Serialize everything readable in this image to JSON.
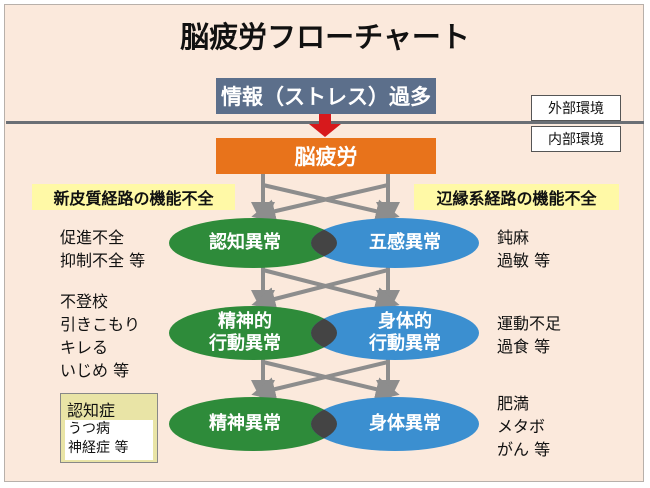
{
  "title": "脳疲労フローチャート",
  "top_box": "情報（ストレス）過多",
  "env": {
    "external": "外部環境",
    "internal": "内部環境"
  },
  "fatigue_box": "脳疲労",
  "pathways": {
    "left": "新皮質経路の機能不全",
    "right": "辺縁系経路の機能不全"
  },
  "ellipses": {
    "left": [
      "認知異常",
      "精神的\n行動異常",
      "精神異常"
    ],
    "right": [
      "五感異常",
      "身体的\n行動異常",
      "身体異常"
    ]
  },
  "left_notes": [
    "促進不全\n抑制不全 等",
    "不登校\n引きこもり\nキレる\nいじめ 等"
  ],
  "right_notes": [
    "鈍麻\n過敏 等",
    "運動不足\n過食 等",
    "肥満\nメタボ\nがん 等"
  ],
  "dementia": {
    "title": "認知症",
    "items": "うつ病\n神経症 等"
  },
  "colors": {
    "background": "#fbe9dc",
    "info_box": "#5c6f8b",
    "fatigue_box": "#e8731b",
    "green_ellipse": "#2e8b3a",
    "blue_ellipse": "#3b8fd0",
    "overlap": "#444444",
    "pathway_label": "#fff9a6",
    "arrow_red": "#d7191c",
    "arrow_gray": "#8d8d8d"
  }
}
